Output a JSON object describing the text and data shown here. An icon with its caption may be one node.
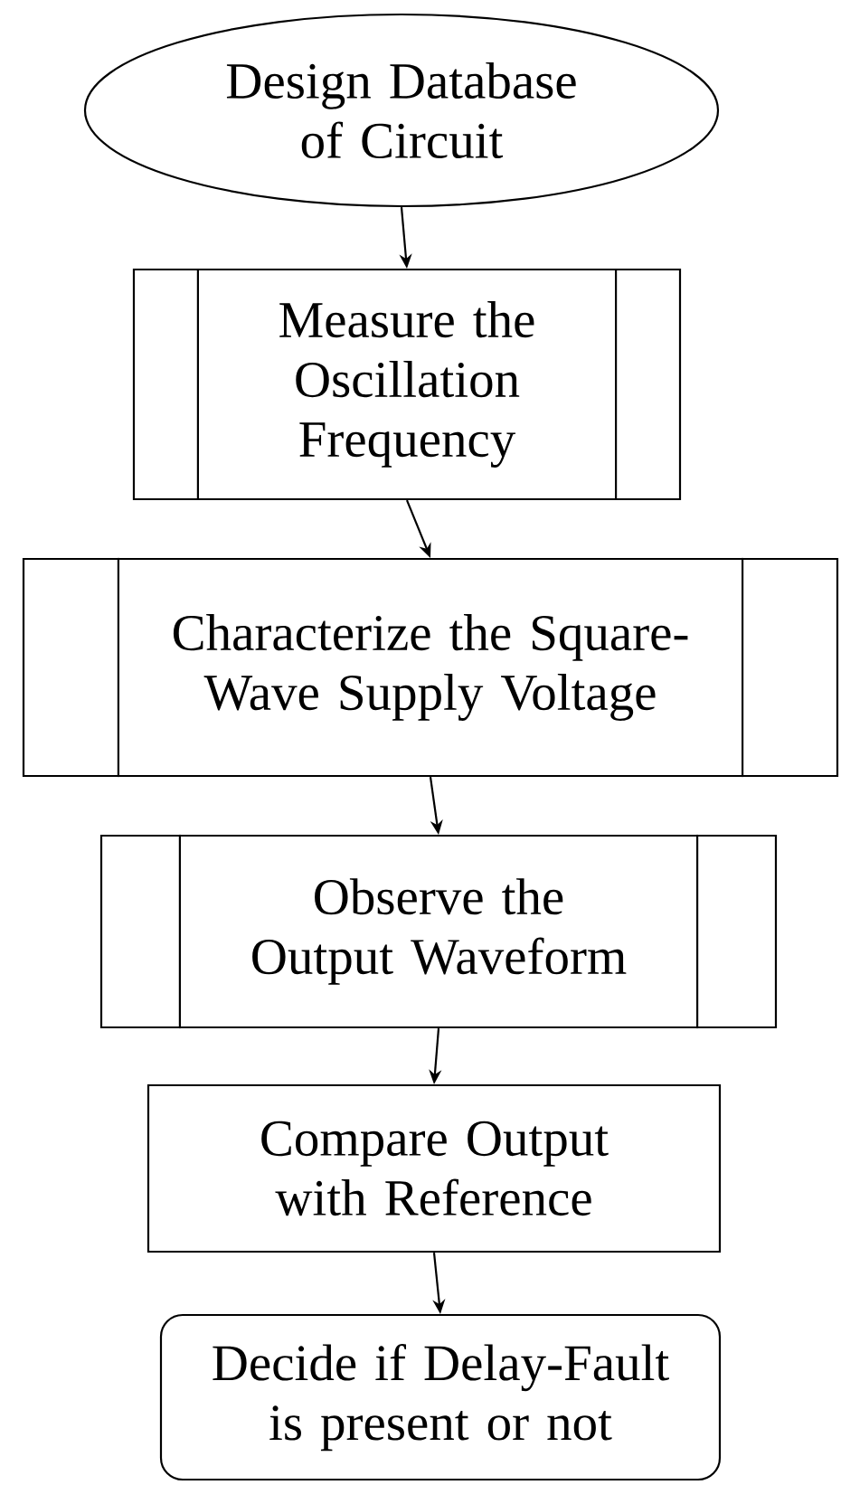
{
  "diagram": {
    "nodes": [
      {
        "text": [
          "Design Database of Circuit"
        ]
      },
      {
        "text": [
          "Measure the Oscillation Frequency"
        ]
      },
      {
        "text": [
          "Characterize the Square-Wave Supply Voltage"
        ]
      },
      {
        "text": [
          "Observe the Output Waveform"
        ]
      },
      {
        "text": [
          "Compare Output with Reference"
        ]
      },
      {
        "text": [
          "Decide if Delay-Fault is present or not"
        ]
      }
    ],
    "edges": [
      {
        "from": 0,
        "to": 1,
        "arrow": "to"
      },
      {
        "from": 1,
        "to": 2,
        "arrow": "to"
      },
      {
        "from": 2,
        "to": 3,
        "arrow": "to"
      },
      {
        "from": 3,
        "to": 4,
        "arrow": "to"
      },
      {
        "from": 4,
        "to": 5,
        "arrow": "to"
      }
    ]
  }
}
